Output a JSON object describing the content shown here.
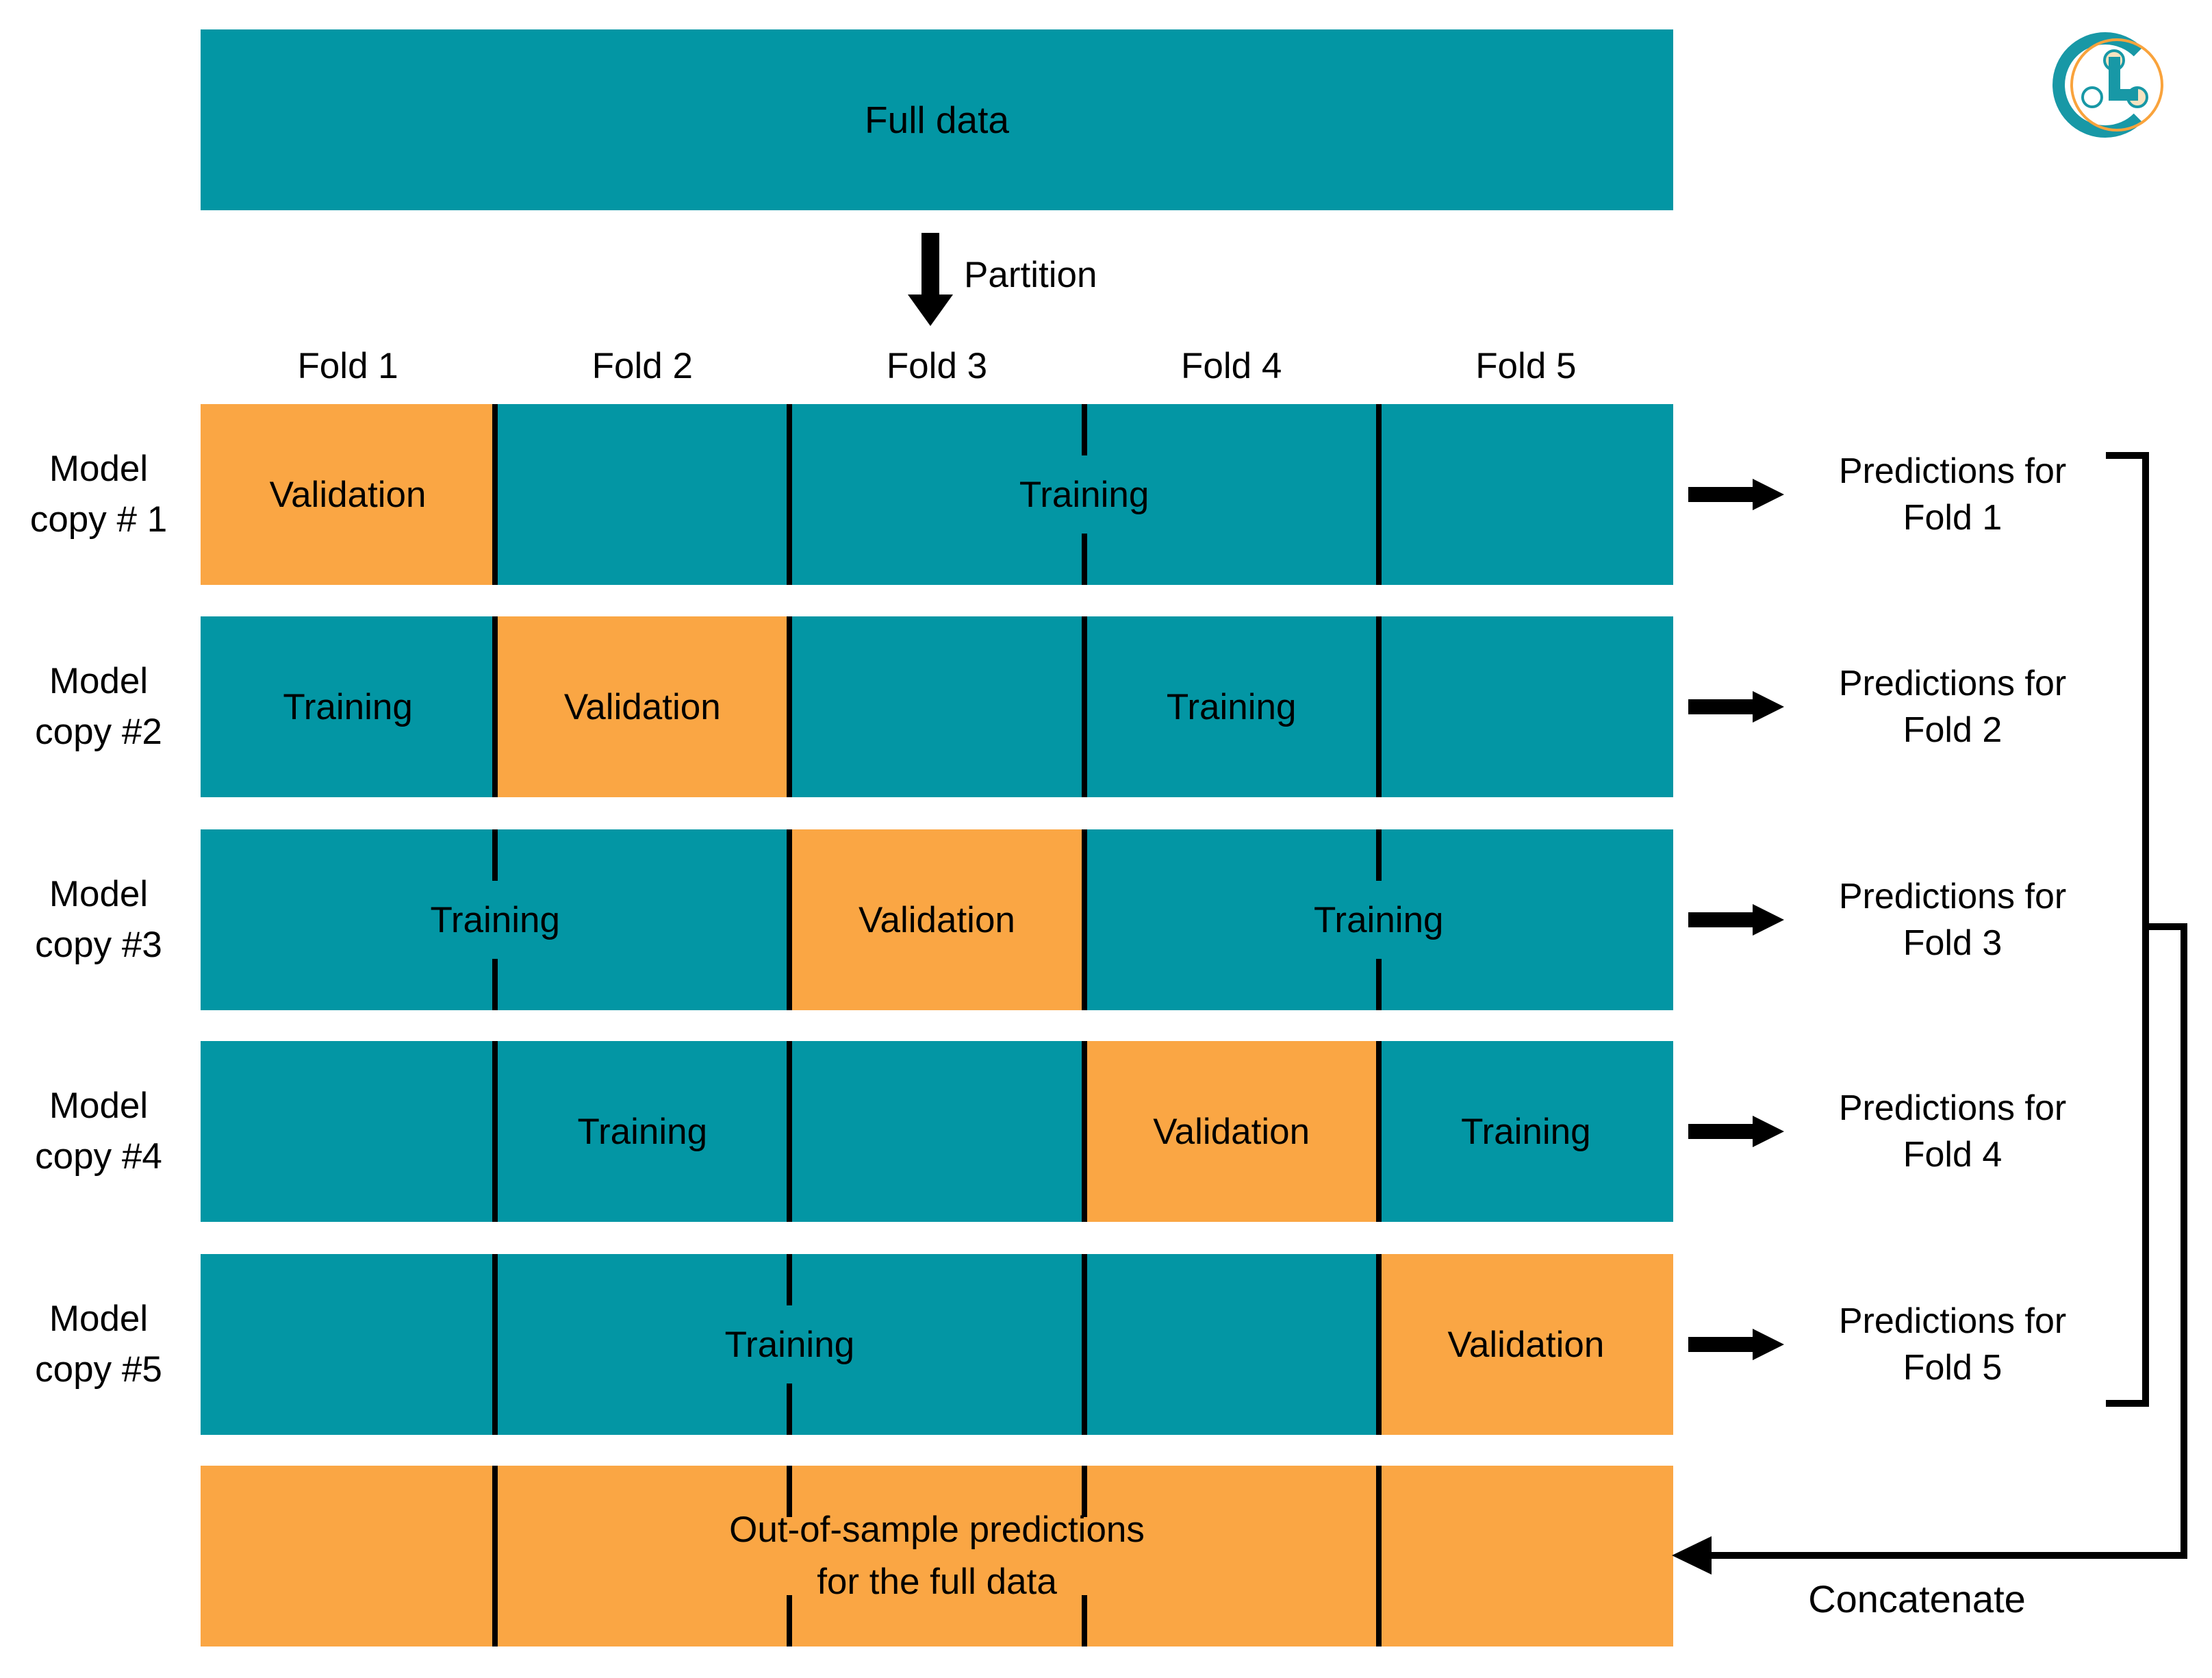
{
  "colors": {
    "teal": "#0396A4",
    "orange": "#FAA644",
    "line_black": "#000000",
    "logo_teal": "#1898A6",
    "logo_orange": "#F9A33C",
    "logo_cream": "#F8E3C0"
  },
  "header": {
    "full_data_label": "Full data",
    "partition_label": "Partition"
  },
  "fold_labels": [
    "Fold 1",
    "Fold 2",
    "Fold 3",
    "Fold 4",
    "Fold 5"
  ],
  "rows": [
    {
      "label": [
        "Model",
        "copy # 1"
      ],
      "segments": [
        {
          "kind": "validation",
          "folds": 1,
          "label": "Validation"
        },
        {
          "kind": "training",
          "folds": 4,
          "label": "Training"
        }
      ],
      "prediction": [
        "Predictions for",
        "Fold 1"
      ]
    },
    {
      "label": [
        "Model",
        "copy #2"
      ],
      "segments": [
        {
          "kind": "training",
          "folds": 1,
          "label": "Training"
        },
        {
          "kind": "validation",
          "folds": 1,
          "label": "Validation"
        },
        {
          "kind": "training",
          "folds": 3,
          "label": "Training"
        }
      ],
      "prediction": [
        "Predictions for",
        "Fold 2"
      ]
    },
    {
      "label": [
        "Model",
        "copy #3"
      ],
      "segments": [
        {
          "kind": "training",
          "folds": 2,
          "label": "Training"
        },
        {
          "kind": "validation",
          "folds": 1,
          "label": "Validation"
        },
        {
          "kind": "training",
          "folds": 2,
          "label": "Training"
        }
      ],
      "prediction": [
        "Predictions for",
        "Fold 3"
      ]
    },
    {
      "label": [
        "Model",
        "copy #4"
      ],
      "segments": [
        {
          "kind": "training",
          "folds": 3,
          "label": "Training"
        },
        {
          "kind": "validation",
          "folds": 1,
          "label": "Validation"
        },
        {
          "kind": "training",
          "folds": 1,
          "label": "Training"
        }
      ],
      "prediction": [
        "Predictions for",
        "Fold 4"
      ]
    },
    {
      "label": [
        "Model",
        "copy #5"
      ],
      "segments": [
        {
          "kind": "training",
          "folds": 4,
          "label": "Training"
        },
        {
          "kind": "validation",
          "folds": 1,
          "label": "Validation"
        }
      ],
      "prediction": [
        "Predictions for",
        "Fold 5"
      ]
    }
  ],
  "bottom_bar": {
    "label": [
      "Out-of-sample predictions",
      "for the full data"
    ]
  },
  "concatenate_label": "Concatenate",
  "icons": {
    "logo": "brand-logo-icon"
  }
}
